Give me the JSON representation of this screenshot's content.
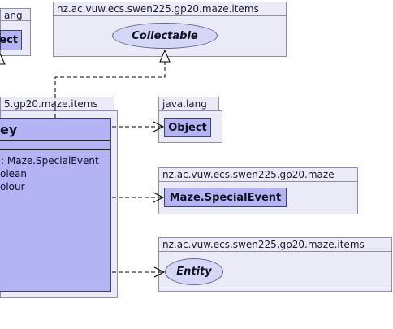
{
  "packages": {
    "java_lang_topleft": {
      "label": "ang"
    },
    "maze_items_top": {
      "label": "nz.ac.vuw.ecs.swen225.gp20.maze.items"
    },
    "maze_items_left": {
      "label": "5.gp20.maze.items"
    },
    "java_lang_mid": {
      "label": "java.lang"
    },
    "maze": {
      "label": "nz.ac.vuw.ecs.swen225.gp20.maze"
    },
    "maze_items_bottom": {
      "label": "nz.ac.vuw.ecs.swen225.gp20.maze.items"
    }
  },
  "classes": {
    "object_topleft": {
      "name": "ject"
    },
    "collectable": {
      "name": "Collectable"
    },
    "key": {
      "name": "ey",
      "attributes": [
        ": Maze.SpecialEvent",
        "olean",
        "olour"
      ]
    },
    "object": {
      "name": "Object"
    },
    "special_event": {
      "name": "Maze.SpecialEvent"
    },
    "entity": {
      "name": "Entity"
    }
  },
  "colors": {
    "package_fill": "#ebebf7",
    "class_fill": "#b4b4f4",
    "interface_fill": "#d6d6f6",
    "edge": "#000000"
  }
}
